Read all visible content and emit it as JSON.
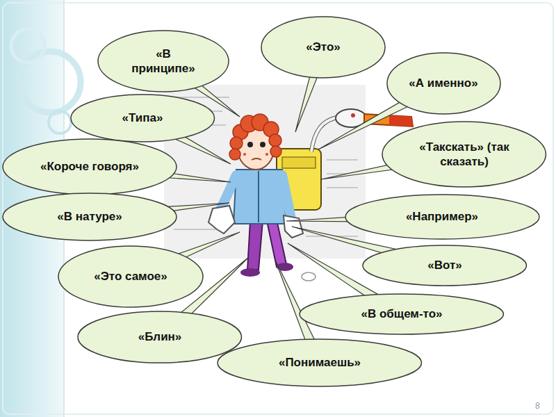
{
  "diagram": {
    "nodes": [
      {
        "text": [
          "«В принципе»"
        ]
      },
      {
        "text": [
          "«Это»"
        ]
      },
      {
        "text": [
          "«А именно»"
        ]
      },
      {
        "text": [
          "«Типа»"
        ]
      },
      {
        "text": [
          "«Такскать» (так сказать)"
        ]
      },
      {
        "text": [
          "«Короче говоря»"
        ]
      },
      {
        "text": [
          "«В натуре»"
        ]
      },
      {
        "text": [
          "«Например»"
        ]
      },
      {
        "text": [
          "«Это самое»"
        ]
      },
      {
        "text": [
          "«Вот»"
        ]
      },
      {
        "text": [
          "«В общем-то»"
        ]
      },
      {
        "text": [
          "«Блин»"
        ]
      },
      {
        "text": [
          "«Понимаешь»"
        ]
      }
    ],
    "labels": [
      "8"
    ]
  }
}
